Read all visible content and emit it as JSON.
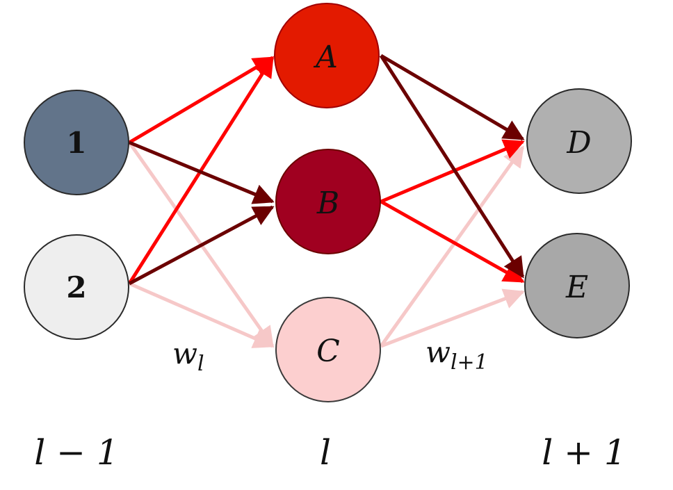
{
  "nodes": {
    "n1": {
      "label": "1",
      "fill": "#62748a"
    },
    "n2": {
      "label": "2",
      "fill": "#eeeeee"
    },
    "A": {
      "label": "A",
      "fill": "#e31a00"
    },
    "B": {
      "label": "B",
      "fill": "#a00020"
    },
    "C": {
      "label": "C",
      "fill": "#fccfcf"
    },
    "D": {
      "label": "D",
      "fill": "#b0b0b0"
    },
    "E": {
      "label": "E",
      "fill": "#a8a8a8"
    }
  },
  "weights": {
    "wl_base": "w",
    "wl_sub": "l",
    "wl1_base": "w",
    "wl1_sub": "l+1"
  },
  "layers": {
    "prev": "l − 1",
    "curr": "l",
    "next": "l + 1"
  },
  "edge_colors": {
    "bright_red": "#ff0000",
    "dark_red": "#6b0000",
    "light_pink": "#f6c8c8"
  }
}
